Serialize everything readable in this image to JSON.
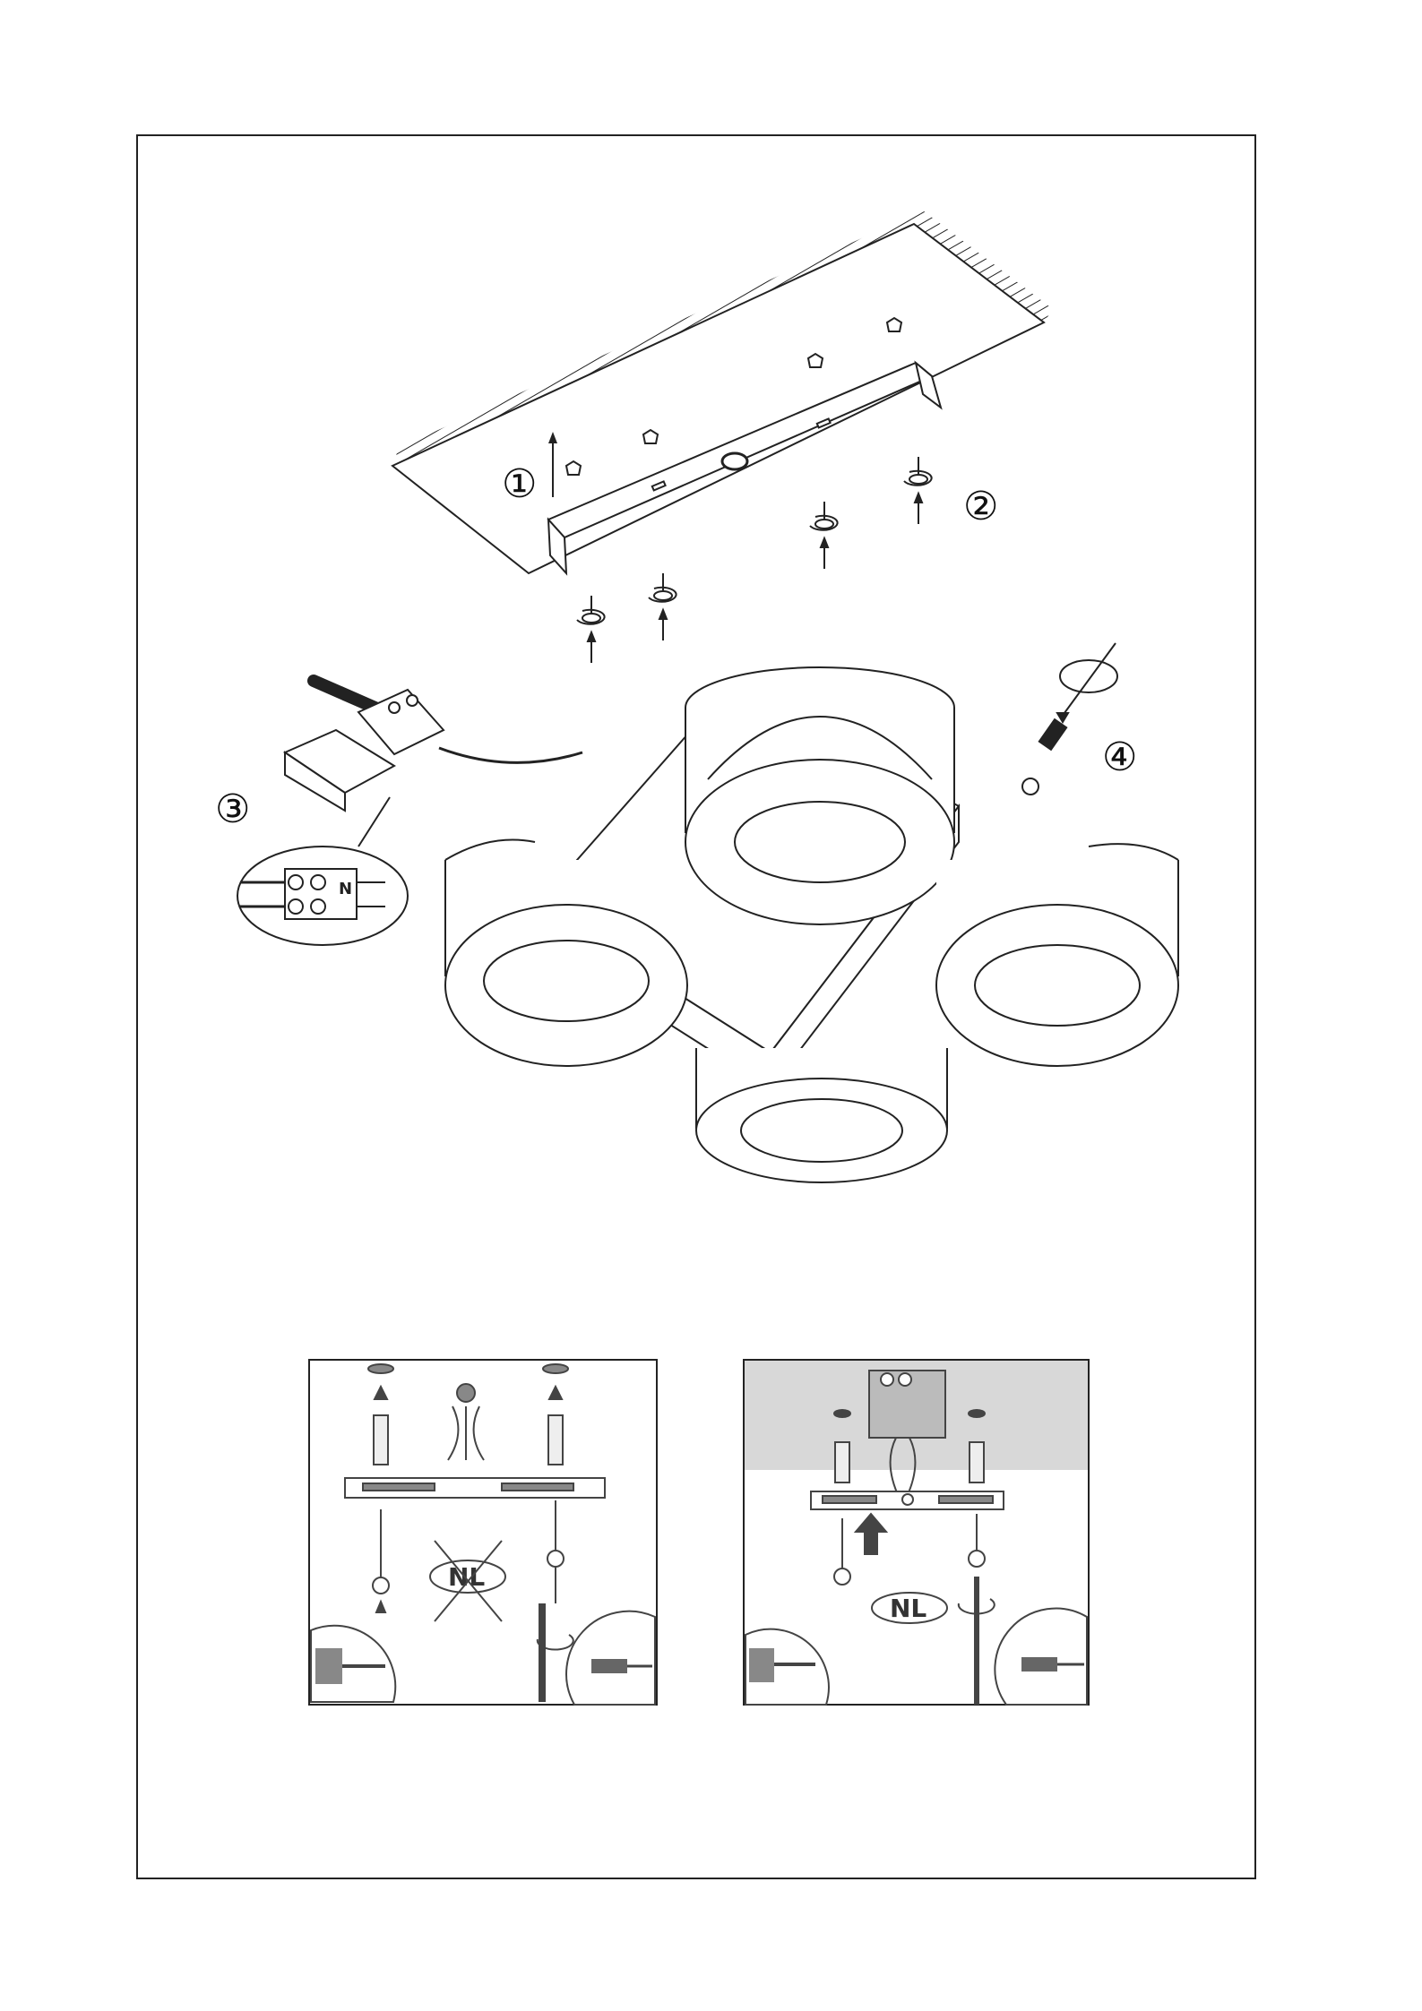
{
  "steps": {
    "step1": "①",
    "step2": "②",
    "step3": "③",
    "step4": "④"
  },
  "terminal": {
    "label_n": "N"
  },
  "panels": {
    "left": {
      "badge": "NL",
      "status": "not-recommended"
    },
    "right": {
      "badge": "NL",
      "status": "recommended"
    }
  },
  "colors": {
    "line": "#222222",
    "panel_gray": "#d8d8d8",
    "accent_gray": "#888888"
  },
  "icons": [
    "screw-icon",
    "wall-plug-icon",
    "screwdriver-icon",
    "drill-icon",
    "rotation-arrow-icon",
    "prohibited-cross-icon"
  ]
}
